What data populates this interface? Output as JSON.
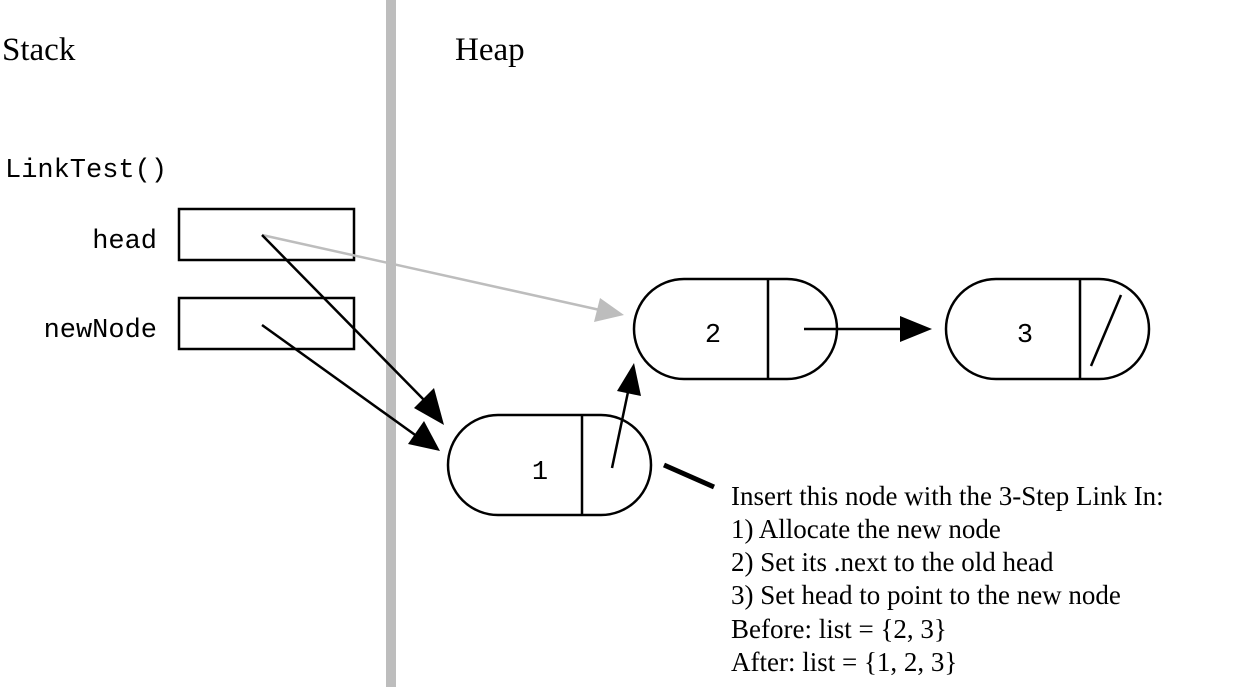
{
  "sections": {
    "stack_label": "Stack",
    "heap_label": "Heap"
  },
  "stack": {
    "frame_label": "LinkTest()",
    "variables": [
      {
        "name": "head"
      },
      {
        "name": "newNode"
      }
    ]
  },
  "heap": {
    "nodes": [
      {
        "value": "2",
        "next": "3"
      },
      {
        "value": "3",
        "next": null
      },
      {
        "value": "1",
        "next": "2"
      }
    ]
  },
  "note": {
    "lines": [
      "Insert this node with the 3-Step Link In:",
      "1) Allocate the new node",
      "2) Set its .next to the old head",
      "3) Set head to point to the new node",
      "Before: list = {2, 3}",
      "After: list = {1, 2, 3}"
    ]
  },
  "colors": {
    "divider": "#bdbdbd",
    "old_pointer": "#bdbdbd",
    "ink": "#000000"
  }
}
